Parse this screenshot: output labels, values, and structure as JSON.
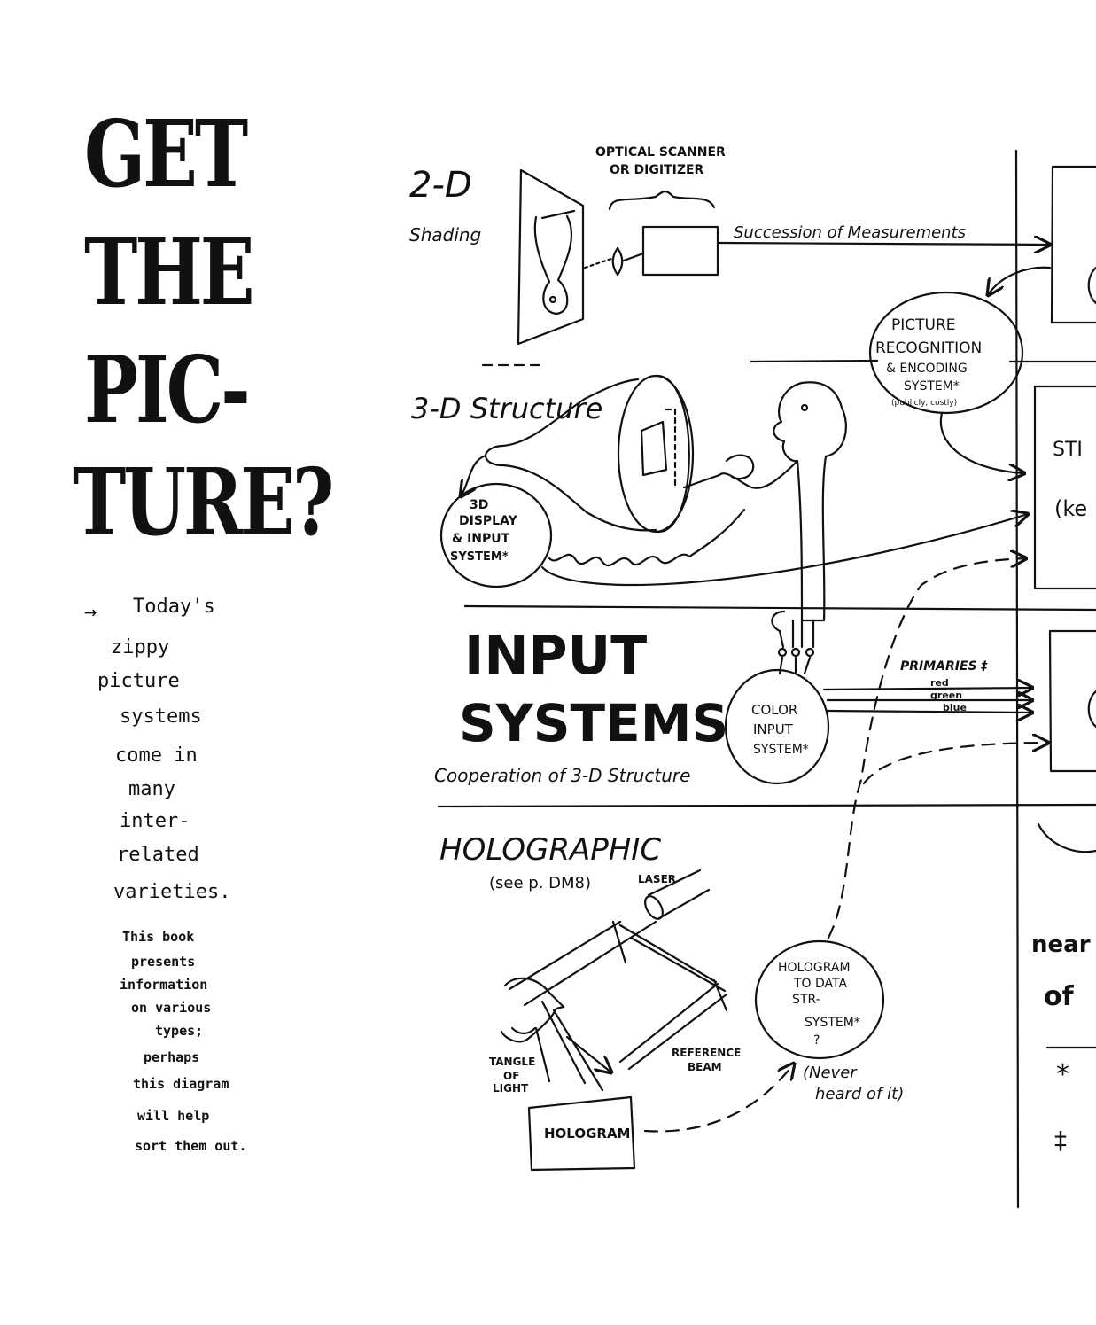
{
  "title_lines": [
    "GET",
    "THE",
    "PIC-",
    "TURE?"
  ],
  "intro_arrow": "→",
  "intro_lines": [
    "Today's",
    "zippy",
    "picture",
    "systems",
    "come in",
    "many",
    "inter-",
    "related",
    "varieties."
  ],
  "book_lines": [
    "This book",
    "presents",
    "information",
    "on various",
    "types;",
    "perhaps",
    "this diagram",
    "will help",
    "sort them out."
  ],
  "sections": {
    "two_d": {
      "heading": "2-D",
      "subheading": "Shading",
      "scanner_label_1": "OPTICAL SCANNER",
      "scanner_label_2": "OR DIGITIZER",
      "arrow_label": "Succession of Measurements"
    },
    "recognition": {
      "line1": "PICTURE",
      "line2": "RECOGNITION",
      "line3": "& ENCODING",
      "line4": "SYSTEM*",
      "line5": "(publicly, costly)"
    },
    "three_d": {
      "heading": "3-D Structure",
      "display_1": "3D",
      "display_2": "DISPLAY",
      "display_3": "& INPUT",
      "display_4": "SYSTEM*"
    },
    "input": {
      "line1": "INPUT",
      "line2": "SYSTEMS",
      "caption": "Cooperation of 3-D Structure"
    },
    "color": {
      "line1": "COLOR",
      "line2": "INPUT",
      "line3": "SYSTEM*",
      "primaries": "PRIMARIES ‡",
      "red": "red",
      "green": "green",
      "blue": "blue"
    },
    "holographic": {
      "heading": "HOLOGRAPHIC",
      "ref": "(see p. DM8)",
      "laser": "LASER",
      "tangle_1": "TANGLE",
      "tangle_2": "OF",
      "tangle_3": "LIGHT",
      "reference_1": "REFERENCE",
      "reference_2": "BEAM",
      "hologram": "HOLOGRAM",
      "h2d_1": "HOLOGRAM",
      "h2d_2": "TO DATA",
      "h2d_3": "STR-",
      "h2d_4": "SYSTEM*",
      "h2d_5": "?",
      "never_1": "(Never",
      "never_2": "heard of it)"
    },
    "right_edge": {
      "sti": "STI",
      "ke": "(ke",
      "near": "near",
      "of": "of",
      "star": "*",
      "dagger": "‡"
    }
  }
}
